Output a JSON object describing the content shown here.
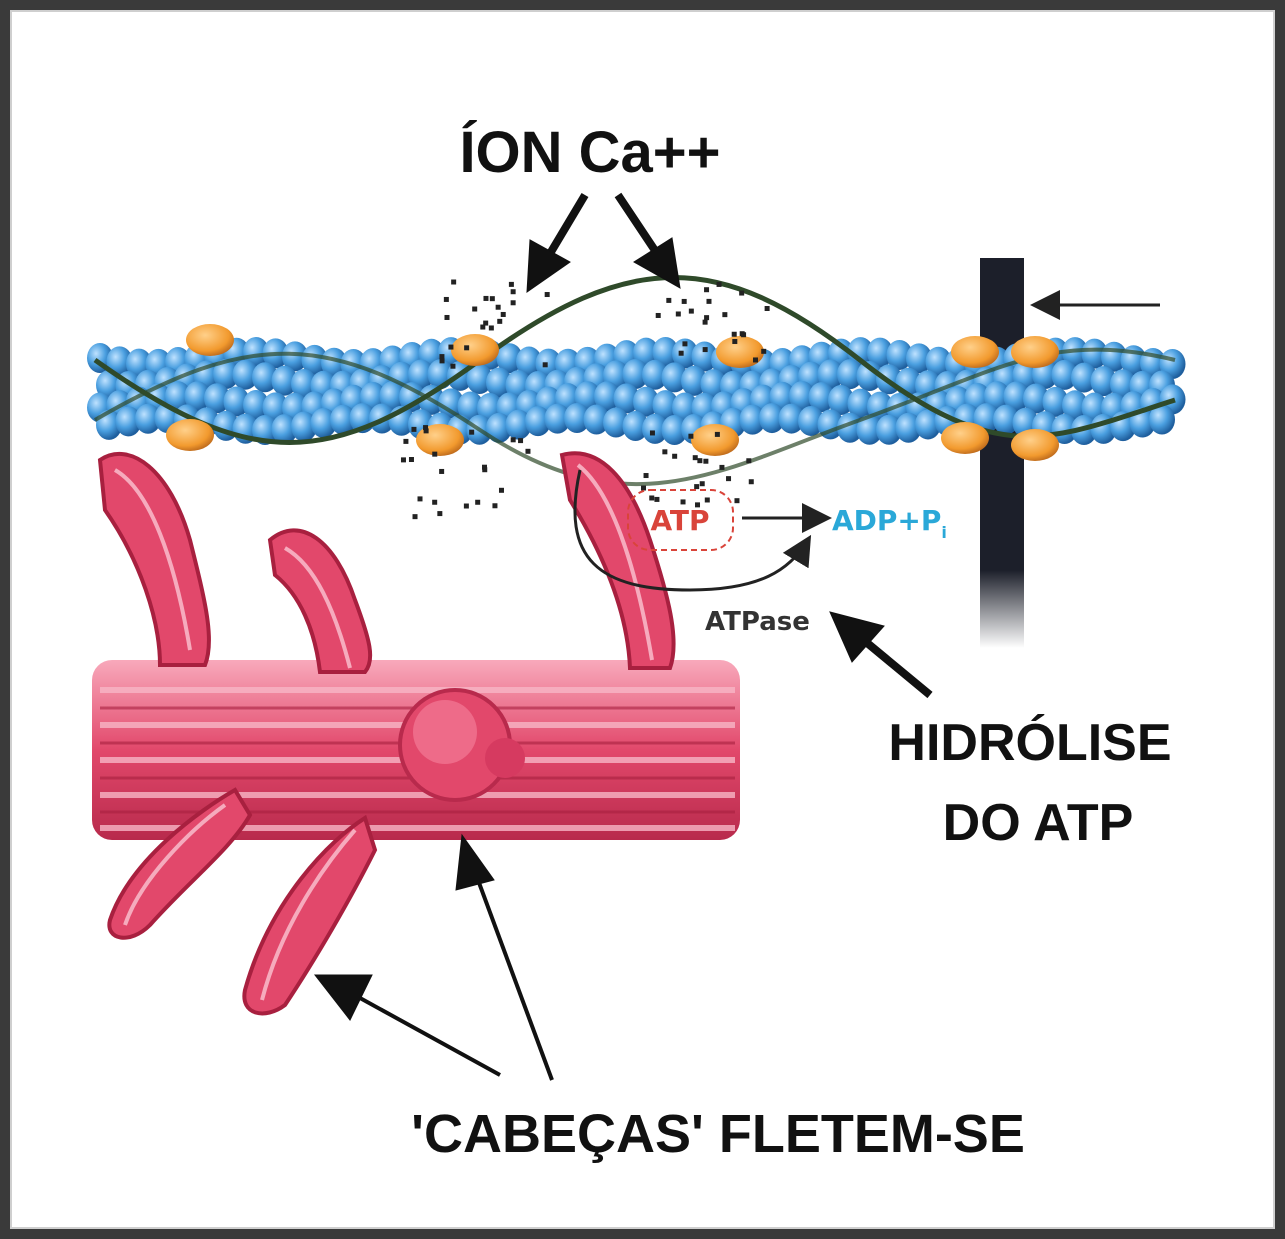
{
  "labels": {
    "ion_ca": "ÍON Ca++",
    "atp": "ATP",
    "adp_pi": "ADP+P",
    "pi_subscript": "i",
    "atpase": "ATPase",
    "hidrolise_line1": "HIDRÓLISE",
    "hidrolise_line2": "DO ATP",
    "cabecas": "'CABEÇAS' FLETEM-SE"
  },
  "colors": {
    "actin_blue": "#4a9fe0",
    "tropomyosin": "#2f4a2a",
    "troponin_orange": "#f29a2e",
    "myosin_pink": "#e2486b",
    "atp_red": "#d9443a",
    "adp_cyan": "#2aa8d8",
    "z_line": "#1c1f2a"
  }
}
